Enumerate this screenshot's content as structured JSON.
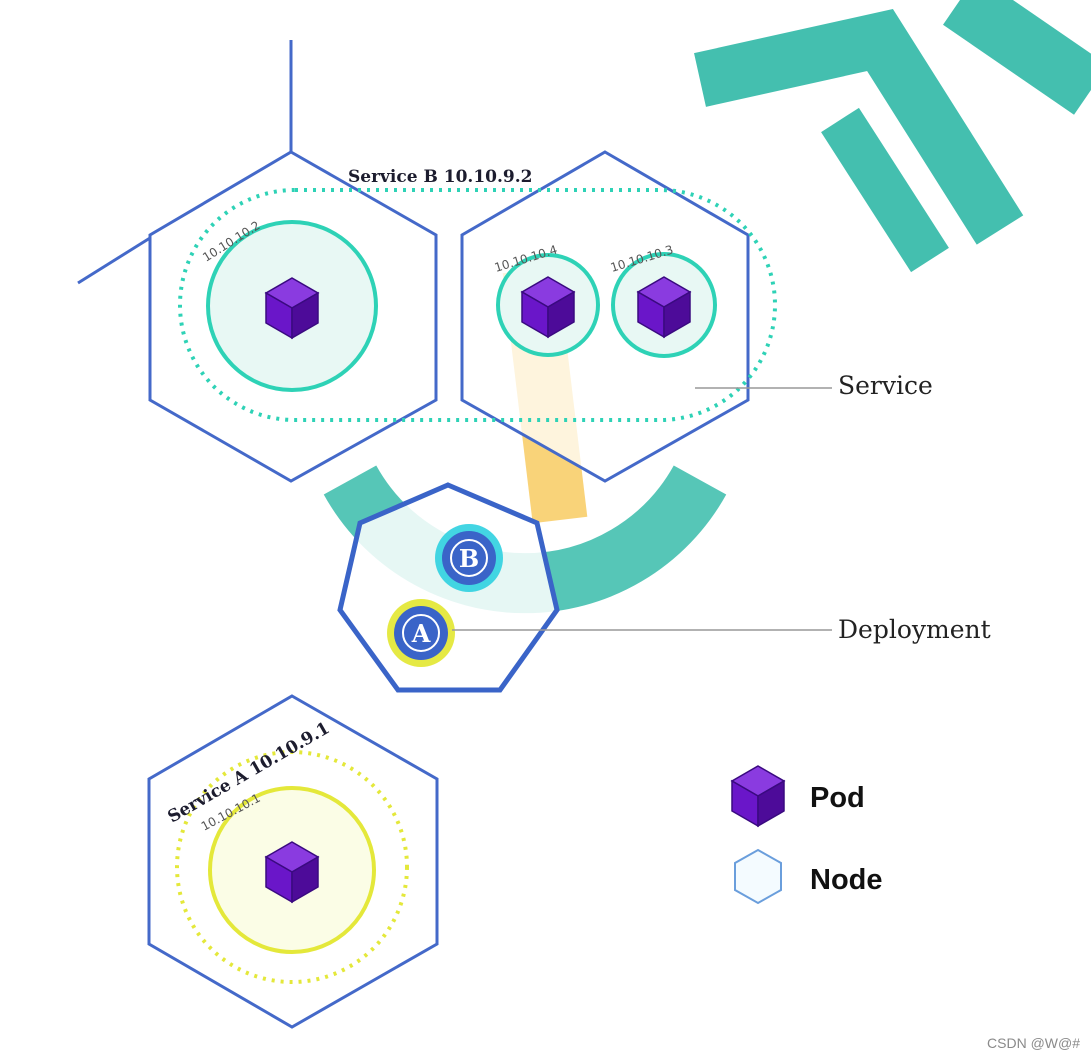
{
  "service_b": {
    "label": "Service B 10.10.9.2"
  },
  "service_a": {
    "label": "Service A 10.10.9.1"
  },
  "pods": {
    "ip_left": "10.10.10.2",
    "ip_mid": "10.10.10.4",
    "ip_right": "10.10.10.3",
    "ip_a": "10.10.10.1"
  },
  "deployment": {
    "letter_b": "B",
    "letter_a": "A"
  },
  "callouts": {
    "service": "Service",
    "deployment": "Deployment"
  },
  "legend": {
    "pod": "Pod",
    "node": "Node"
  },
  "footer": {
    "credit": "CSDN @W@#"
  },
  "colors": {
    "node_stroke": "#4469c9",
    "service_b": "#2ed2b6",
    "service_a": "#e4e83a",
    "pod_top": "#8a3be0",
    "pod_left": "#6a16c9",
    "pod_right": "#4d0b99",
    "deployment_blue": "#3a64c8",
    "watermark_teal": "#2fb8a6",
    "watermark_orange": "#f7c245"
  }
}
